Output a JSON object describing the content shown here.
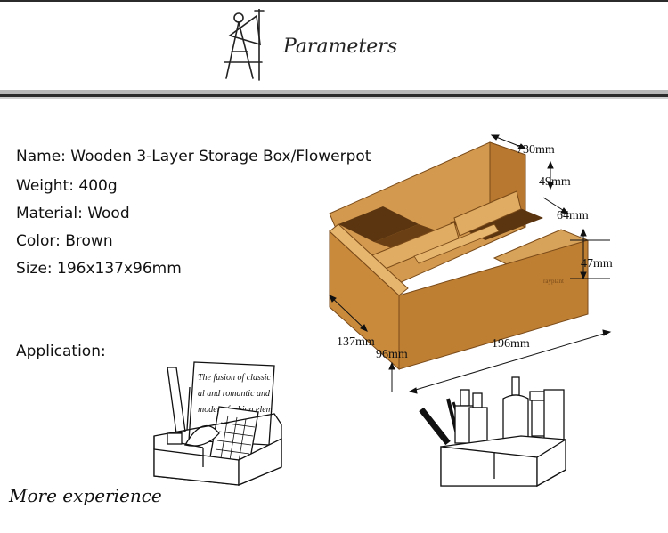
{
  "header": {
    "title": "Parameters",
    "logo_icon": "drafting-compass-icon"
  },
  "specs": [
    {
      "label": "Name:",
      "value": "Wooden 3-Layer Storage Box/Flowerpot"
    },
    {
      "label": "Weight:",
      "value": "400g"
    },
    {
      "label": "Material:",
      "value": "Wood"
    },
    {
      "label": "Color:",
      "value": "Brown"
    },
    {
      "label": "Size:",
      "value": "196x137x96mm"
    }
  ],
  "dimensions": {
    "d730": "730mm",
    "d49": "49mm",
    "d64": "64mm",
    "d47": "47mm",
    "d137": "137mm",
    "d96": "96mm",
    "d196": "196mm"
  },
  "application": {
    "label": "Application:",
    "note_lines": [
      "The fusion of classic",
      "al and romantic and",
      "modern fashion elem"
    ]
  },
  "footer": {
    "signature": "More experience"
  },
  "colors": {
    "wood": "#c98a3c",
    "wood_dark": "#8f5a22",
    "rule_dark": "#2b2b2b",
    "rule_light": "#b8b8b8"
  }
}
